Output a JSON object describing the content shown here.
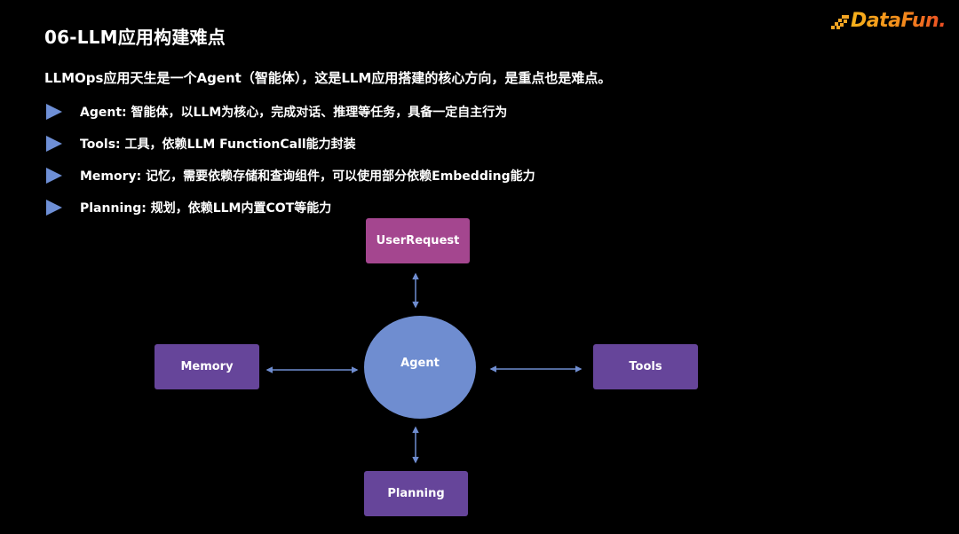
{
  "slide": {
    "title": "06-LLM应用构建难点",
    "logo": {
      "text": "DataFun.",
      "colors": [
        "#f7b21b",
        "#f28a1c",
        "#ec4b24"
      ]
    },
    "intro": "LLMOps应用天生是一个Agent（智能体），这是LLM应用搭建的核心方向，是重点也是难点。",
    "bullets": [
      {
        "text": "Agent: 智能体，以LLM为核心，完成对话、推理等任务，具备一定自主行为"
      },
      {
        "text": "Tools: 工具，依赖LLM FunctionCall能力封装"
      },
      {
        "text": "Memory: 记忆，需要依赖存储和查询组件，可以使用部分依赖Embedding能力"
      },
      {
        "text": "Planning: 规划，依赖LLM内置COT等能力"
      }
    ],
    "bullet_color": "#6e8fd6"
  },
  "diagram": {
    "nodes": {
      "user_request": {
        "label": "UserRequest",
        "color": "#a4468f"
      },
      "agent": {
        "label": "Agent",
        "color": "#6f8dd0"
      },
      "memory": {
        "label": "Memory",
        "color": "#66459a"
      },
      "tools": {
        "label": "Tools",
        "color": "#66459a"
      },
      "planning": {
        "label": "Planning",
        "color": "#66459a"
      }
    },
    "edges": [
      {
        "from": "user_request",
        "to": "agent",
        "type": "bidirectional"
      },
      {
        "from": "memory",
        "to": "agent",
        "type": "bidirectional"
      },
      {
        "from": "agent",
        "to": "tools",
        "type": "bidirectional"
      },
      {
        "from": "agent",
        "to": "planning",
        "type": "bidirectional"
      }
    ],
    "arrow_color": "#6f8dd0"
  }
}
